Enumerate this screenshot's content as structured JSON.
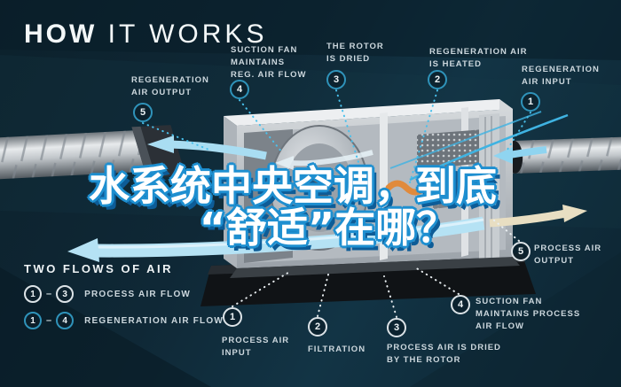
{
  "title": {
    "bold": "HOW",
    "light": " IT WORKS"
  },
  "headline": {
    "line1": "水系统中央空调，到底",
    "line2": "“舒适”在哪？"
  },
  "callouts_top": [
    {
      "num": "5",
      "label": "REGENERATION\nAIR OUTPUT"
    },
    {
      "num": "4",
      "label": "SUCTION FAN\nMAINTAINS\nREG. AIR FLOW"
    },
    {
      "num": "3",
      "label": "THE ROTOR\nIS DRIED"
    },
    {
      "num": "2",
      "label": "REGENERATION AIR\nIS HEATED"
    },
    {
      "num": "1",
      "label": "REGENERATION\nAIR INPUT"
    }
  ],
  "callouts_bottom": [
    {
      "num": "1",
      "label": "PROCESS AIR\nINPUT"
    },
    {
      "num": "2",
      "label": "FILTRATION"
    },
    {
      "num": "3",
      "label": "PROCESS AIR IS DRIED\nBY THE ROTOR"
    },
    {
      "num": "4",
      "label": "SUCTION FAN\nMAINTAINS PROCESS\nAIR FLOW"
    },
    {
      "num": "5",
      "label": "PROCESS AIR\nOUTPUT"
    }
  ],
  "legend": {
    "title": "TWO FLOWS OF AIR",
    "rows": [
      {
        "from": "1",
        "dash": "–",
        "to": "3",
        "label": "PROCESS AIR FLOW",
        "style": "process"
      },
      {
        "from": "1",
        "dash": "–",
        "to": "4",
        "label": "REGENERATION AIR FLOW",
        "style": "regeneration"
      }
    ]
  },
  "colors": {
    "background": "#0f2836",
    "accent_cyan": "#2f93ba",
    "flow_arrow_blue": "#aee0f5",
    "flow_arrow_cream": "#e8dec2",
    "heater_orange": "#e08a3c",
    "headline_fill": "#ffffff",
    "headline_outline": "#1e8fd0",
    "label_text": "#ccd7dd"
  }
}
